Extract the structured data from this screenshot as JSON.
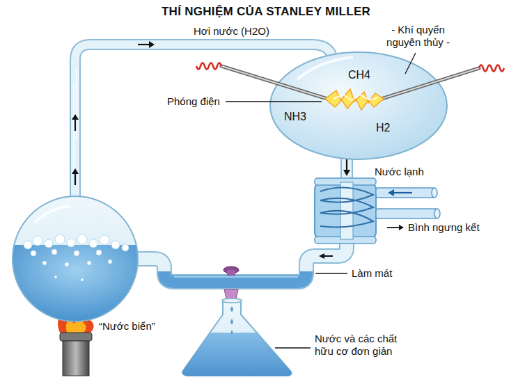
{
  "diagram": {
    "title": "THÍ NGHIỆM CỦA STANLEY MILLER",
    "nodes": [
      {
        "text": [
          "CH4",
          "NH3",
          "H2"
        ]
      }
    ],
    "labels": [
      "Hơi nước (H2O)",
      "- Khí quyển nguyên thủy -",
      "Phóng điện",
      "Nước lạnh",
      "Bình ngưng kết",
      "Làm mát",
      "“Nước biển”",
      "Nước và các chất hữu cơ đơn giản"
    ]
  }
}
